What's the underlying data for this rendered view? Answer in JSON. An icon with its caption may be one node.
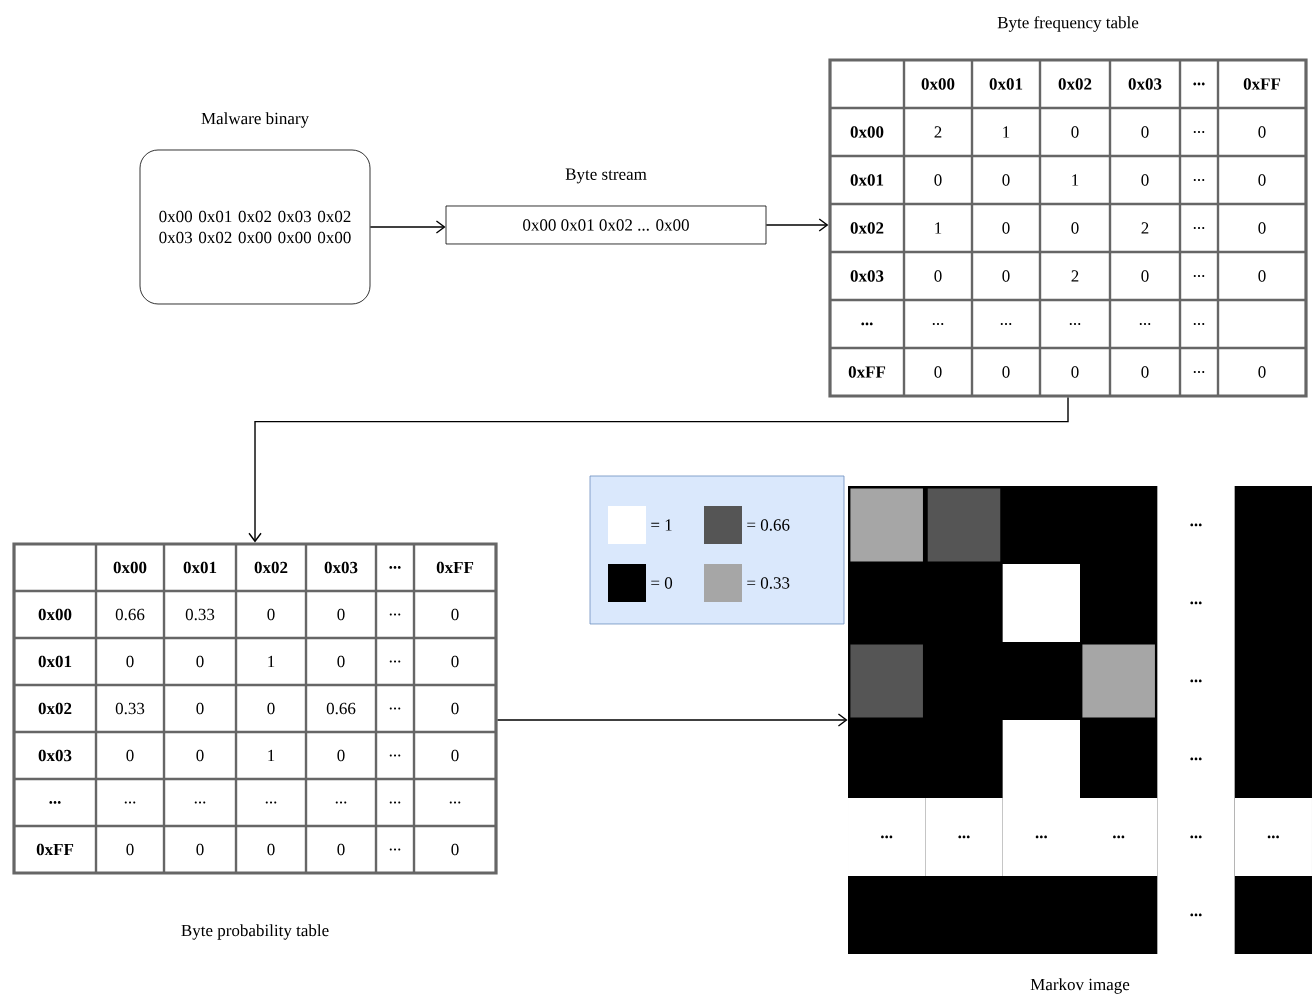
{
  "diagram": {
    "nodes": [
      {
        "text": [
          "Malware binary",
          "0x00 0x01 0x02 0x03 0x02 0x03 0x02 0x00 0x00 0x00"
        ]
      },
      {
        "text": [
          "Byte stream",
          "0x00 0x01 0x02 ... 0x00"
        ]
      },
      {
        "text": [
          "Byte frequency table"
        ]
      },
      {
        "text": [
          "Byte probability table"
        ]
      },
      {
        "text": [
          "Markov image"
        ]
      }
    ],
    "edges": [
      {
        "from": 0,
        "to": 1,
        "arrow": "to"
      },
      {
        "from": 1,
        "to": 2,
        "arrow": "to"
      },
      {
        "from": 2,
        "to": 3,
        "arrow": "to"
      },
      {
        "from": 3,
        "to": 4,
        "arrow": "to"
      }
    ],
    "labels": [
      "0x00",
      "0x01",
      "0x02",
      "0x03",
      "...",
      "0xFF",
      "0x00",
      "2",
      "1",
      "0",
      "0",
      "...",
      "0",
      "0x01",
      "0",
      "0",
      "1",
      "0",
      "...",
      "0",
      "0x02",
      "1",
      "0",
      "0",
      "2",
      "...",
      "0",
      "0x03",
      "0",
      "0",
      "2",
      "0",
      "...",
      "0",
      "...",
      "...",
      "...",
      "...",
      "...",
      "...",
      "0xFF",
      "0",
      "0",
      "0",
      "0",
      "...",
      "0",
      "0x00",
      "0x01",
      "0x02",
      "0x03",
      "...",
      "0xFF",
      "0x00",
      "0.66",
      "0.33",
      "0",
      "0",
      "...",
      "0",
      "0x01",
      "0",
      "0",
      "1",
      "0",
      "...",
      "0",
      "0x02",
      "0.33",
      "0",
      "0",
      "0.66",
      "...",
      "0",
      "0x03",
      "0",
      "0",
      "1",
      "0",
      "...",
      "0",
      "...",
      "...",
      "...",
      "...",
      "...",
      "...",
      "...",
      "0xFF",
      "0",
      "0",
      "0",
      "0",
      "...",
      "0",
      "...",
      "...",
      "...",
      "...",
      "...",
      "...",
      "...",
      "...",
      "...",
      "...",
      "..."
    ],
    "legend": [
      {
        "text": "= 1",
        "color": "#ffffff"
      },
      {
        "text": "= 0.66",
        "color": "#555555"
      },
      {
        "text": "= 0",
        "color": "#000000"
      },
      {
        "text": "= 0.33",
        "color": "#a6a6a6"
      }
    ]
  }
}
